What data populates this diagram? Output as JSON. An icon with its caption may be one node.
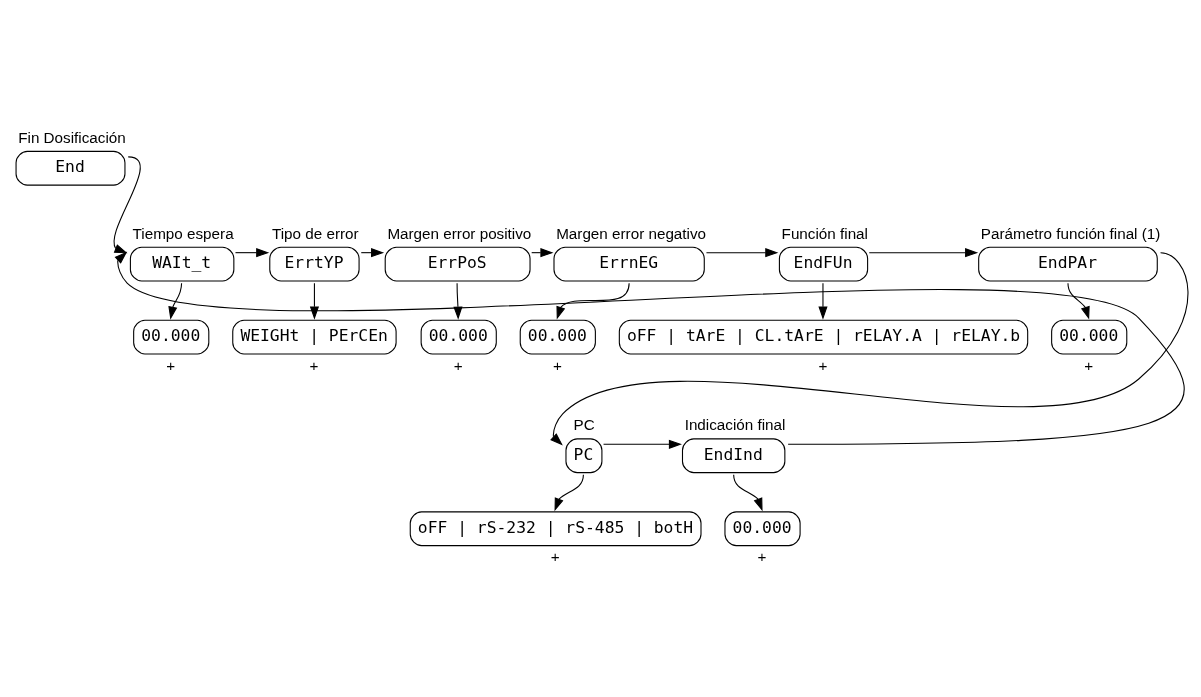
{
  "diagram": {
    "nodes": [
      {
        "text": [
          "Fin Dosificación",
          "End"
        ]
      },
      {
        "text": [
          "Tiempo espera",
          "WAIt_t"
        ]
      },
      {
        "text": [
          "00.000"
        ],
        "beside": [
          "+"
        ]
      },
      {
        "text": [
          "Tipo de error",
          "ErrtYP"
        ]
      },
      {
        "text": [
          "WEIGHt | PErCEn"
        ],
        "beside": [
          "+"
        ]
      },
      {
        "text": [
          "Margen error positivo",
          "ErrPoS"
        ]
      },
      {
        "text": [
          "00.000"
        ],
        "beside": [
          "+"
        ]
      },
      {
        "text": [
          "Margen error negativo",
          "ErrnEG"
        ]
      },
      {
        "text": [
          "00.000"
        ],
        "beside": [
          "+"
        ]
      },
      {
        "text": [
          "Función final",
          "EndFUn"
        ]
      },
      {
        "text": [
          "oFF | tArE | CL.tArE | rELAY.A | rELAY.b"
        ],
        "beside": [
          "+"
        ]
      },
      {
        "text": [
          "Parámetro función final (1)",
          "EndPAr"
        ]
      },
      {
        "text": [
          "00.000"
        ],
        "beside": [
          "+"
        ]
      },
      {
        "text": [
          "PC",
          "PC"
        ]
      },
      {
        "text": [
          "oFF | rS-232 | rS-485 | botH"
        ],
        "beside": [
          "+"
        ]
      },
      {
        "text": [
          "Indicación final",
          "EndInd"
        ]
      },
      {
        "text": [
          "00.000"
        ],
        "beside": [
          "+"
        ]
      }
    ],
    "edges": [
      {
        "from": 0,
        "to": 1,
        "arrow": "to"
      },
      {
        "from": 1,
        "to": 3,
        "arrow": "to"
      },
      {
        "from": 3,
        "to": 5,
        "arrow": "to"
      },
      {
        "from": 5,
        "to": 7,
        "arrow": "to"
      },
      {
        "from": 7,
        "to": 9,
        "arrow": "to"
      },
      {
        "from": 9,
        "to": 11,
        "arrow": "to"
      },
      {
        "from": 11,
        "to": 13,
        "arrow": "to"
      },
      {
        "from": 13,
        "to": 15,
        "arrow": "to"
      },
      {
        "from": 15,
        "to": 1,
        "arrow": "to"
      },
      {
        "from": 1,
        "to": 2,
        "arrow": "to"
      },
      {
        "from": 3,
        "to": 4,
        "arrow": "to"
      },
      {
        "from": 5,
        "to": 6,
        "arrow": "to"
      },
      {
        "from": 7,
        "to": 8,
        "arrow": "to"
      },
      {
        "from": 9,
        "to": 10,
        "arrow": "to"
      },
      {
        "from": 11,
        "to": 12,
        "arrow": "to"
      },
      {
        "from": 13,
        "to": 14,
        "arrow": "to"
      },
      {
        "from": 15,
        "to": 16,
        "arrow": "to"
      }
    ]
  }
}
